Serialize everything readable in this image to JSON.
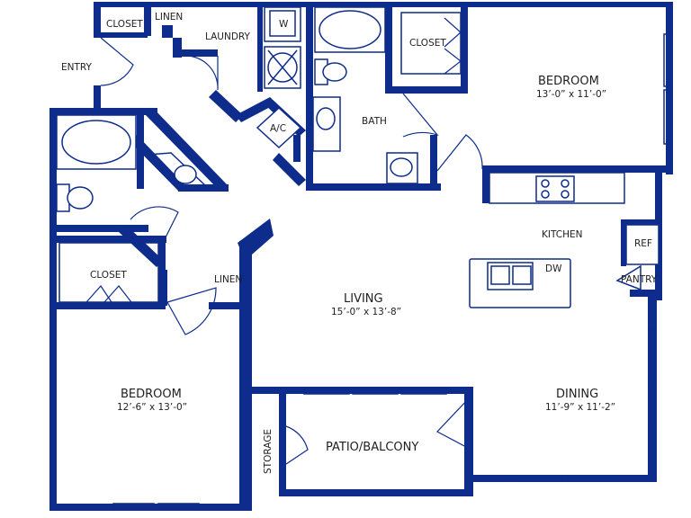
{
  "plan": {
    "wall_color": "#0d2c8c",
    "rooms": {
      "bedroom_1": {
        "name": "BEDROOM",
        "size": "13’-0” x 11’-0”"
      },
      "bedroom_2": {
        "name": "BEDROOM",
        "size": "12’-6” x 13’-0”"
      },
      "living": {
        "name": "LIVING",
        "size": "15’-0” x 13’-8”"
      },
      "dining": {
        "name": "DINING",
        "size": "11’-9” x 11’-2”"
      },
      "kitchen": {
        "name": "KITCHEN"
      },
      "bath": {
        "name": "BATH"
      },
      "laundry": {
        "name": "LAUNDRY"
      },
      "patio": {
        "name": "PATIO/BALCONY"
      },
      "entry": {
        "name": "ENTRY"
      },
      "storage": {
        "name": "STORAGE"
      }
    },
    "labels": {
      "closet_top_left": "CLOSET",
      "linen_top": "LINEN",
      "closet_bedroom_1": "CLOSET",
      "closet_bedroom_2": "CLOSET",
      "linen_mid": "LINEN",
      "ac": "A/C",
      "ref": "REF",
      "pantry": "PANTRY",
      "dw": "DW",
      "washer": "W"
    }
  }
}
